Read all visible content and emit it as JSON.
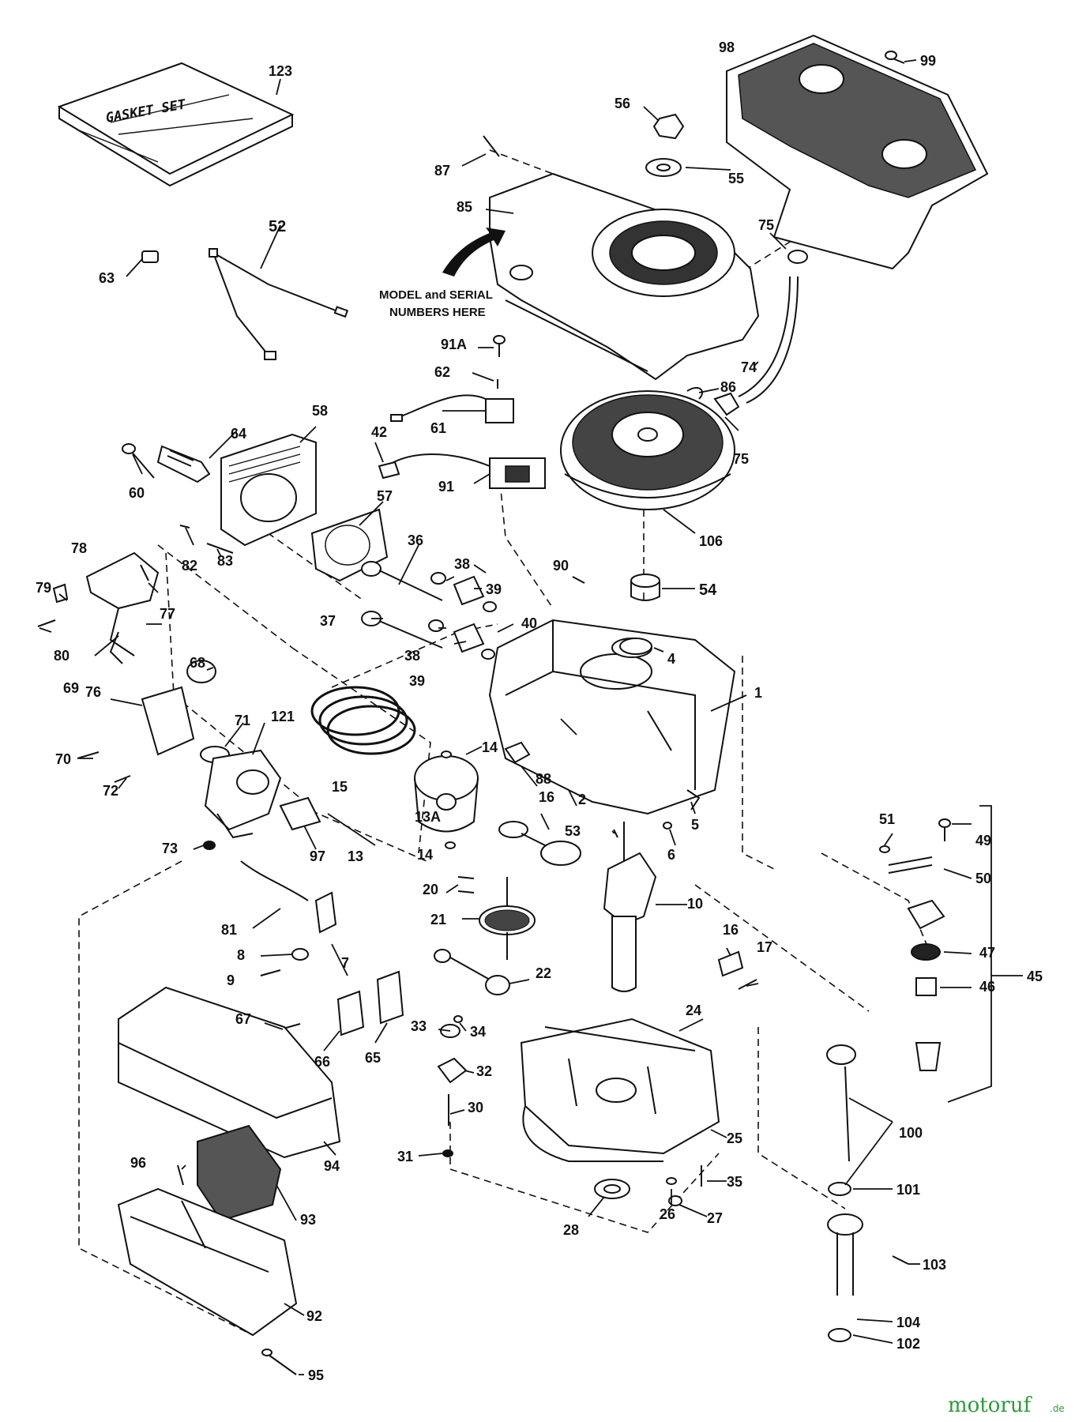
{
  "diagram": {
    "gasket_box_text": "GASKET SET",
    "model_note_line1": "MODEL and SERIAL",
    "model_note_line2": "NUMBERS HERE",
    "watermark_main": "motoruf",
    "watermark_suffix": ".de",
    "labels": {
      "p1": "1",
      "p2": "2",
      "p4": "4",
      "p5": "5",
      "p6": "6",
      "p7": "7",
      "p8": "8",
      "p9": "9",
      "p10": "10",
      "p13": "13",
      "p13A": "13A",
      "p14a": "14",
      "p14b": "14",
      "p15": "15",
      "p16a": "16",
      "p16b": "16",
      "p17": "17",
      "p20": "20",
      "p21": "21",
      "p22": "22",
      "p24": "24",
      "p25": "25",
      "p26": "26",
      "p27": "27",
      "p28": "28",
      "p30": "30",
      "p31": "31",
      "p32": "32",
      "p33": "33",
      "p34": "34",
      "p35": "35",
      "p36": "36",
      "p37": "37",
      "p38a": "38",
      "p38b": "38",
      "p39a": "39",
      "p39b": "39",
      "p40": "40",
      "p42": "42",
      "p45": "45",
      "p46": "46",
      "p47": "47",
      "p49": "49",
      "p50": "50",
      "p51": "51",
      "p52": "52",
      "p53": "53",
      "p54": "54",
      "p55": "55",
      "p56": "56",
      "p57": "57",
      "p58": "58",
      "p60": "60",
      "p61": "61",
      "p62": "62",
      "p63": "63",
      "p64": "64",
      "p65": "65",
      "p66": "66",
      "p67": "67",
      "p68": "68",
      "p69": "69",
      "p70": "70",
      "p71": "71",
      "p72": "72",
      "p73": "73",
      "p74": "74",
      "p75a": "75",
      "p75b": "75",
      "p76": "76",
      "p77": "77",
      "p78": "78",
      "p79": "79",
      "p80": "80",
      "p81": "81",
      "p82": "82",
      "p83": "83",
      "p85": "85",
      "p86": "86",
      "p87": "87",
      "p88": "88",
      "p90": "90",
      "p91": "91",
      "p91A": "91A",
      "p92": "92",
      "p93": "93",
      "p94": "94",
      "p95": "95",
      "p96": "96",
      "p97": "97",
      "p98": "98",
      "p99": "99",
      "p100": "100",
      "p101": "101",
      "p102": "102",
      "p103": "103",
      "p104": "104",
      "p106": "106",
      "p121": "121",
      "p123": "123"
    }
  }
}
